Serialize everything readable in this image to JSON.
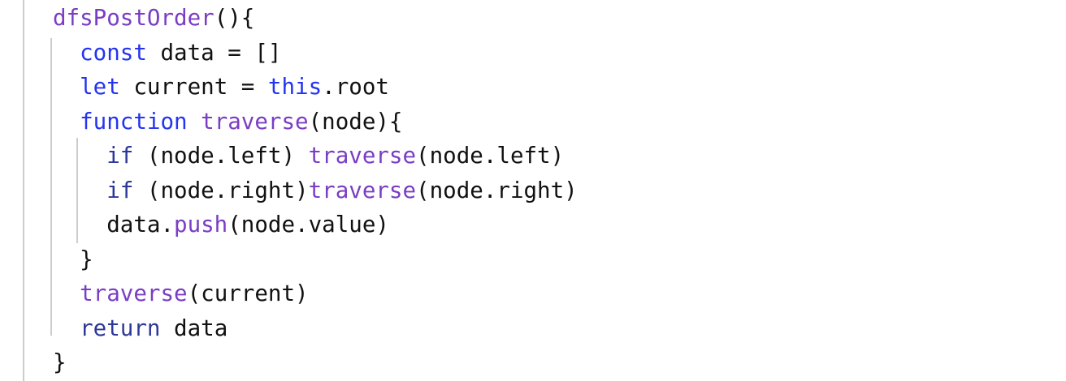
{
  "theme": {
    "background": "#ffffff",
    "text_color": "#111111",
    "keyword_color": "#2434f0",
    "control_keyword_color": "#2e3899",
    "function_color": "#7a3dc4",
    "indent_guide_color": "#cccccc"
  },
  "code": {
    "language": "javascript",
    "lines": [
      {
        "tokens": [
          {
            "text": "dfsPostOrder",
            "type": "function"
          },
          {
            "text": "(){",
            "type": "plain"
          }
        ]
      },
      {
        "tokens": [
          {
            "text": "  ",
            "type": "plain"
          },
          {
            "text": "const",
            "type": "keyword"
          },
          {
            "text": " data = []",
            "type": "plain"
          }
        ]
      },
      {
        "tokens": [
          {
            "text": "  ",
            "type": "plain"
          },
          {
            "text": "let",
            "type": "keyword"
          },
          {
            "text": " current = ",
            "type": "plain"
          },
          {
            "text": "this",
            "type": "keyword"
          },
          {
            "text": ".root",
            "type": "plain"
          }
        ]
      },
      {
        "tokens": [
          {
            "text": "  ",
            "type": "plain"
          },
          {
            "text": "function",
            "type": "keyword"
          },
          {
            "text": " ",
            "type": "plain"
          },
          {
            "text": "traverse",
            "type": "function"
          },
          {
            "text": "(node){",
            "type": "plain"
          }
        ]
      },
      {
        "tokens": [
          {
            "text": "    ",
            "type": "plain"
          },
          {
            "text": "if",
            "type": "control"
          },
          {
            "text": " (node.left) ",
            "type": "plain"
          },
          {
            "text": "traverse",
            "type": "function"
          },
          {
            "text": "(node.left)",
            "type": "plain"
          }
        ]
      },
      {
        "tokens": [
          {
            "text": "    ",
            "type": "plain"
          },
          {
            "text": "if",
            "type": "control"
          },
          {
            "text": " (node.right)",
            "type": "plain"
          },
          {
            "text": "traverse",
            "type": "function"
          },
          {
            "text": "(node.right)",
            "type": "plain"
          }
        ]
      },
      {
        "tokens": [
          {
            "text": "    data.",
            "type": "plain"
          },
          {
            "text": "push",
            "type": "function"
          },
          {
            "text": "(node.value)",
            "type": "plain"
          }
        ]
      },
      {
        "tokens": [
          {
            "text": "  }",
            "type": "plain"
          }
        ]
      },
      {
        "tokens": [
          {
            "text": "  ",
            "type": "plain"
          },
          {
            "text": "traverse",
            "type": "function"
          },
          {
            "text": "(current)",
            "type": "plain"
          }
        ]
      },
      {
        "tokens": [
          {
            "text": "  ",
            "type": "plain"
          },
          {
            "text": "return",
            "type": "control"
          },
          {
            "text": " data",
            "type": "plain"
          }
        ]
      },
      {
        "tokens": [
          {
            "text": "}",
            "type": "plain"
          }
        ]
      }
    ]
  }
}
